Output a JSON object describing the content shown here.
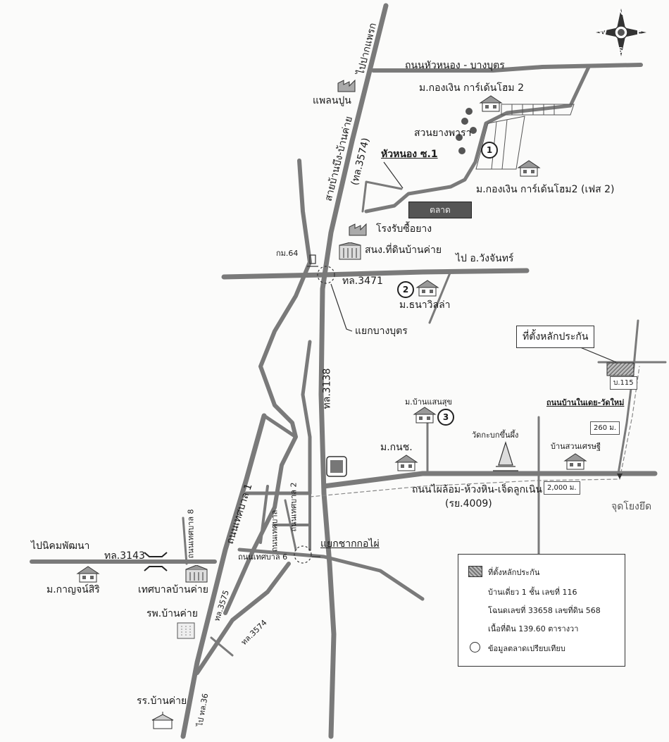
{
  "roads": {
    "top_road": "ถนนหัวหนอง - บางบุตร",
    "to_pak_phraek": "ไปปากแพรก",
    "main_highway": "สายบ้านบึง-บ้านค่าย",
    "main_highway_no": "(ทล.3574)",
    "hua_nong_soi1": "หัวหนอง ซ.1",
    "to_wang_chan": "ไป อ.วังจันทร์",
    "tl3471": "ทล.3471",
    "tl3138": "ทล.3138",
    "km64": "กม.64",
    "yaek_bang_but": "แยกบางบุตร",
    "phai_lom_road": "ถนนไผ่ล้อม-ห้วงหิน-เจ็ดลูกเนิน",
    "phai_lom_code": "(รย.4009)",
    "ban_nai_dao_road": "ถนนบ้านในเดย-วัดใหม่",
    "distance_260": "260 ม.",
    "distance_2000": "2,000 ม.",
    "chut_yong_yuet": "จุดโยงยึด",
    "thetsaban1": "ถนนเทศบาล 1",
    "thetsaban8": "ถนนเทศบาล 8",
    "thetsaban2": "ถนนเทศบาล 2",
    "thetsaban_mid": "ถนนเทศบาล",
    "thetsaban6": "ถนนเทศบาล 6",
    "yaek_chak_kor_phai": "แยกชากกอไผ่",
    "to_nikhom_phatthana": "ไปนิคมพัฒนา",
    "tl3143": "ทล.3143",
    "tl3575": "ทล.3575",
    "tl3574_low": "ทล.3574",
    "to_tl36": "ไป ทล.36"
  },
  "places": {
    "plan_pun": "แพลนปูน",
    "kongngern_home2": "ม.กองเงิน การ์เด้นโฮม 2",
    "suan_yang_phara": "สวนยางพารา",
    "kongngern_phase2": "ม.กองเงิน การ์เด้นโฮม2 (เฟส 2)",
    "market": "ตลาด",
    "rubber_factory": "โรงรับซื้อยาง",
    "land_office": "สนง.ที่ดินบ้านค่าย",
    "thana_villa": "ม.ธนาวิลล่า",
    "ban_saen_suk": "ม.บ้านแสนสุข",
    "kor_nor_chor": "ม.กนช.",
    "wat_krabok": "วัดกะบกขึ้นผึ้ง",
    "ban_suan_setthi": "บ้านสวนเศรษฐี",
    "kanchanasiri": "ม.กาญจน์สิริ",
    "thetsaban_ban_khai": "เทศบาลบ้านค่าย",
    "hospital": "รพ.บ้านค่าย",
    "school": "รร.บ้านค่าย"
  },
  "pins": [
    "1",
    "2",
    "3"
  ],
  "collateral": {
    "callout": "ที่ตั้งหลักประกัน",
    "plot_label": "บ.115"
  },
  "legend": {
    "title": "ที่ตั้งหลักประกัน",
    "line1": "บ้านเดี่ยว 1 ชั้น เลขที่ 116",
    "line2": "โฉนดเลขที่ 33658 เลขที่ดิน 568",
    "line3": "เนื้อที่ดิน 139.60 ตารางวา",
    "comparables": "ข้อมูลตลาดเปรียบเทียบ"
  },
  "compass": {
    "n": "N",
    "s": "S",
    "e": "E",
    "w": "W"
  },
  "colors": {
    "road": "#7a7a7a",
    "road_dark": "#5e5e5e",
    "ink": "#1a1a1a",
    "paper": "#fbfbfa"
  },
  "icons": [
    "house-icon",
    "factory-icon",
    "office-building-icon",
    "tree-icon",
    "temple-icon",
    "bank-logo-icon",
    "compass-icon"
  ]
}
